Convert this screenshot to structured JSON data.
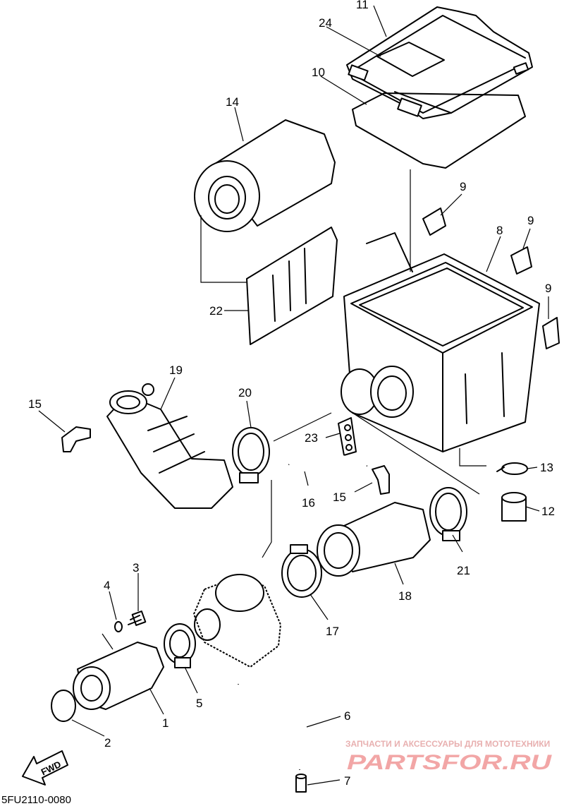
{
  "diagram_code": "5FU2110-0080",
  "fwd_label": "FWD",
  "watermark": {
    "subtitle": "ЗАПЧАСТИ И АКСЕССУАРЫ ДЛЯ МОТОТЕХНИКИ",
    "brand": "PARTSFOR.RU"
  },
  "callouts": {
    "c1": "1",
    "c2": "2",
    "c3": "3",
    "c4": "4",
    "c5": "5",
    "c6": "6",
    "c7": "7",
    "c8": "8",
    "c9a": "9",
    "c9b": "9",
    "c9c": "9",
    "c10": "10",
    "c11": "11",
    "c12": "12",
    "c13": "13",
    "c14": "14",
    "c15a": "15",
    "c15b": "15",
    "c16": "16",
    "c17": "17",
    "c18": "18",
    "c19": "19",
    "c20": "20",
    "c21": "21",
    "c22": "22",
    "c23": "23",
    "c24": "24"
  }
}
